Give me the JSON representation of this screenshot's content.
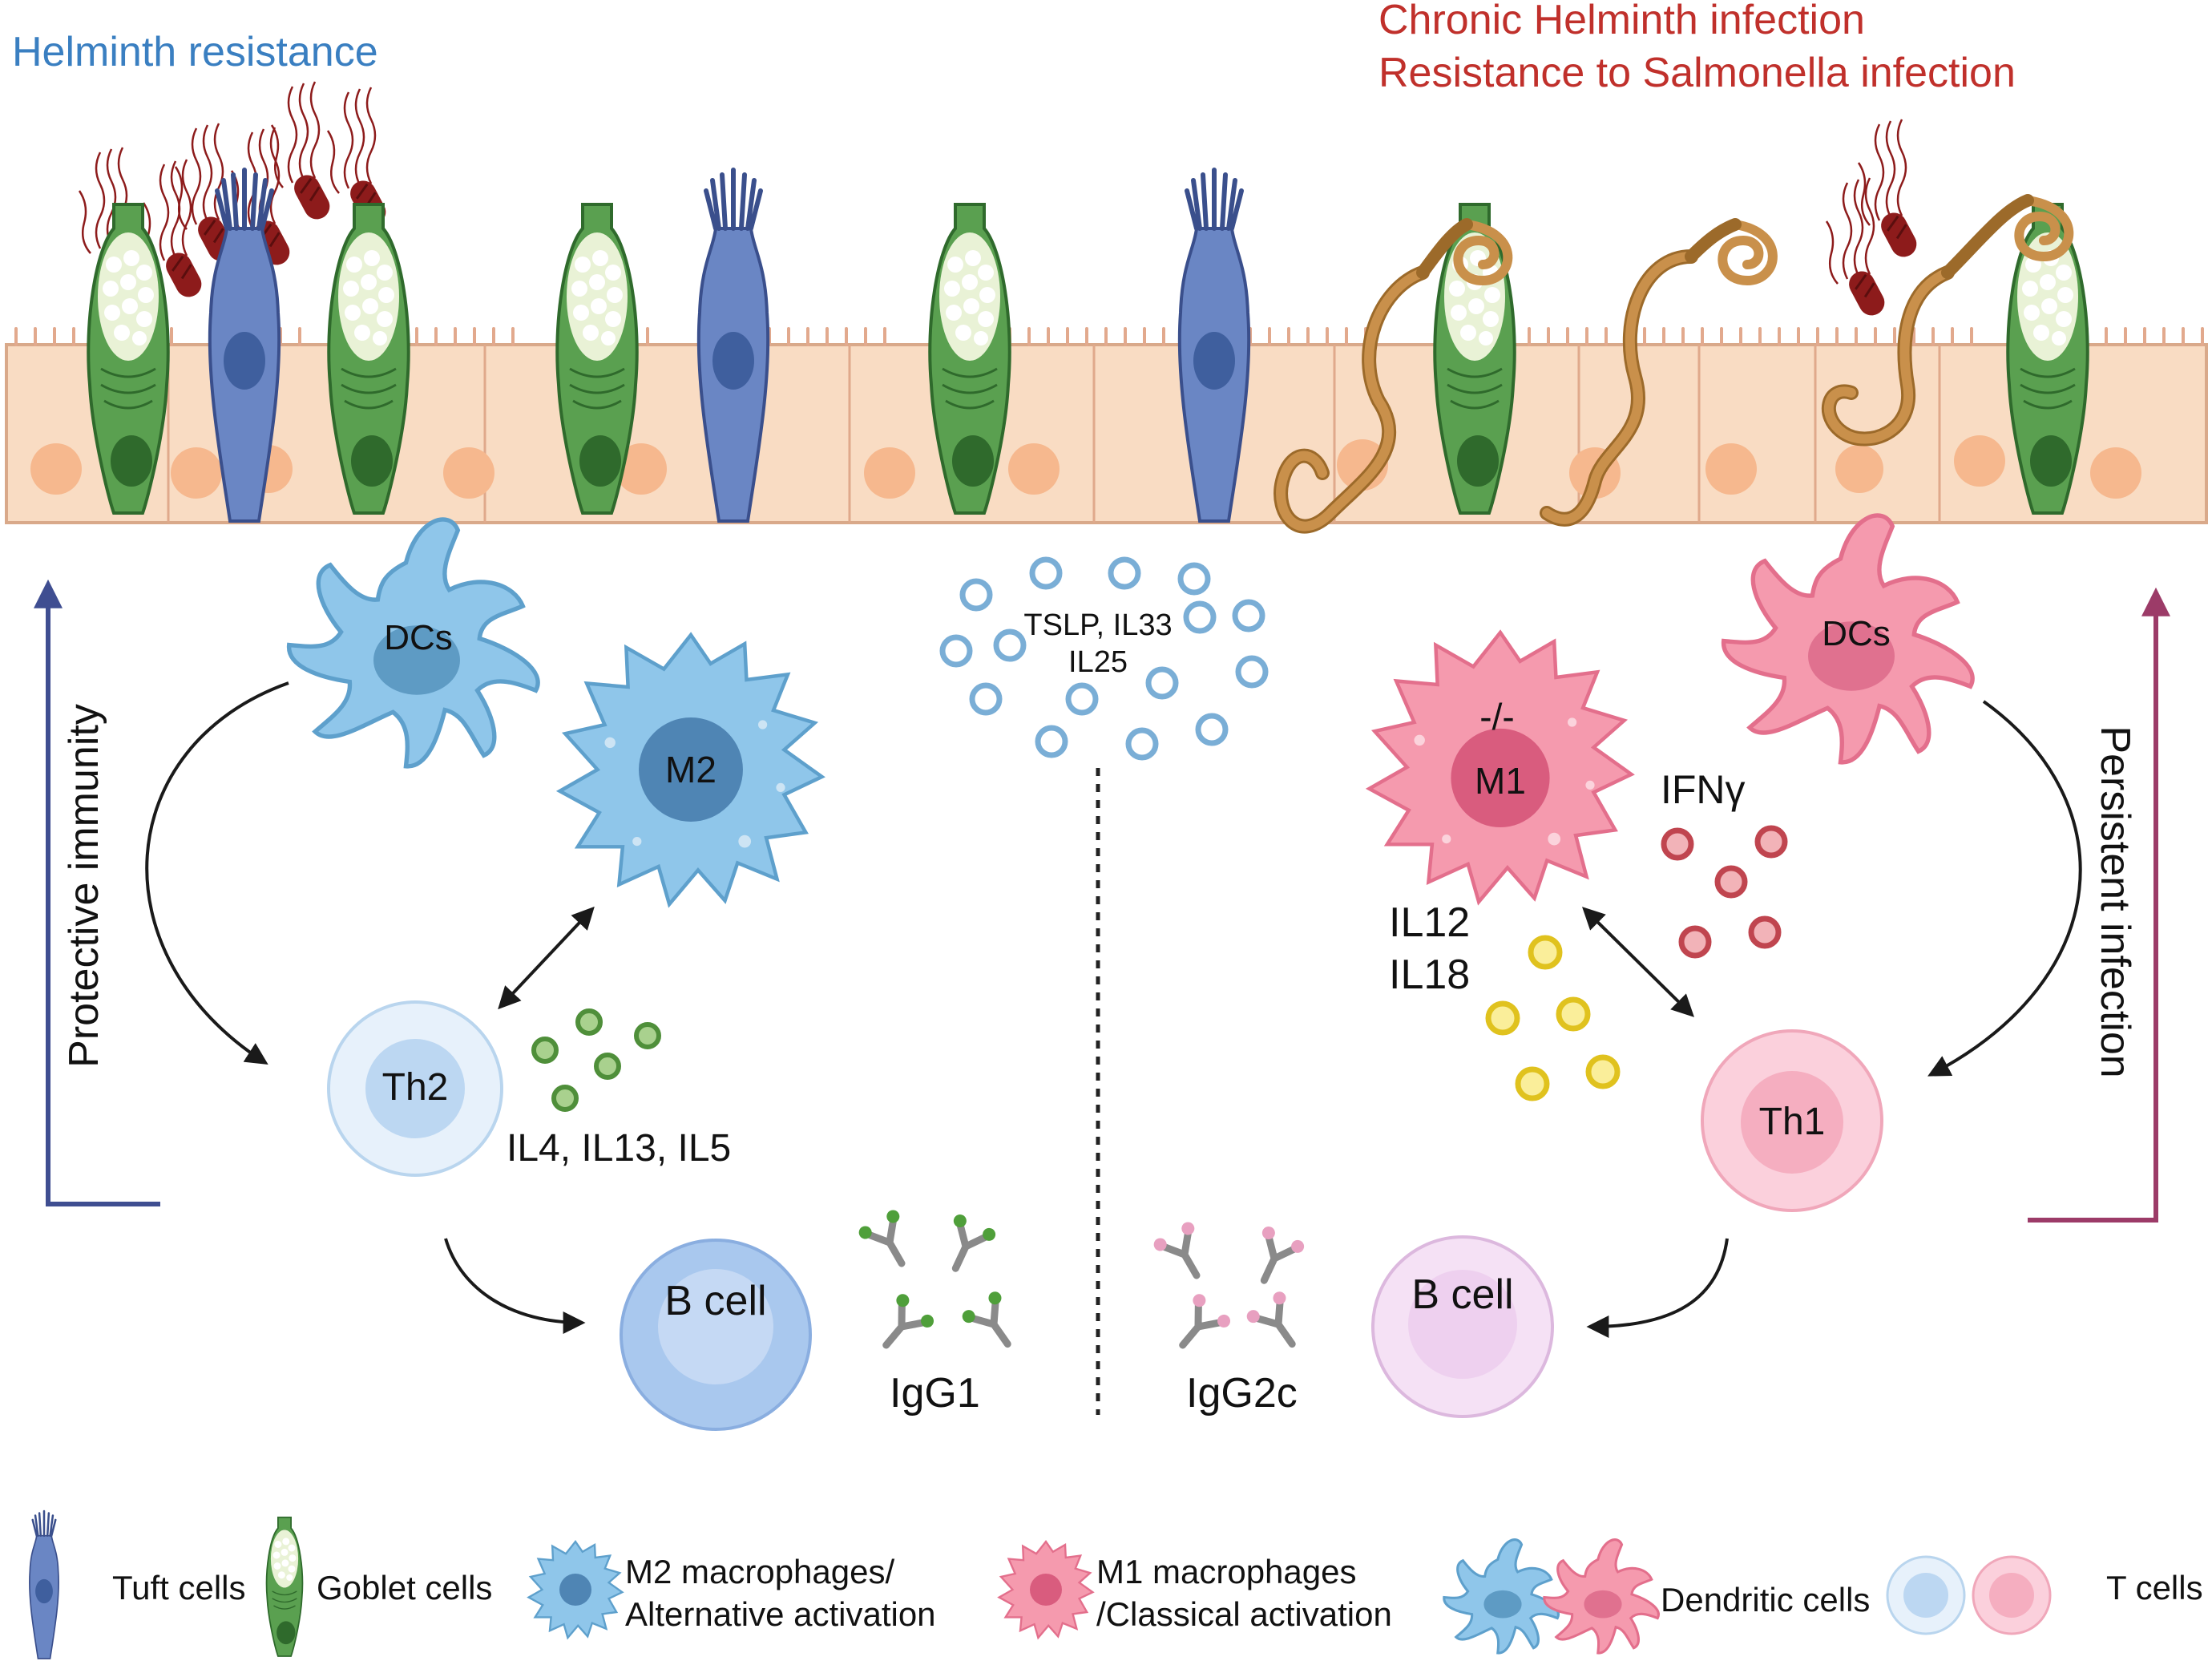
{
  "titles": {
    "left": "Helminth resistance",
    "right_line1": "Chronic Helminth infection",
    "right_line2": "Resistance to Salmonella infection"
  },
  "labels": {
    "dcs_left": "DCs",
    "dcs_right": "DCs",
    "m2": "M2",
    "m1": "M1",
    "knockout": "-/-",
    "th2": "Th2",
    "th1": "Th1",
    "bcell_left": "B cell",
    "bcell_right": "B cell",
    "alarmins_line1": "TSLP, IL33",
    "alarmins_line2": "IL25",
    "th2_cytokines": "IL4, IL13, IL5",
    "ifng": "IFNγ",
    "il12": "IL12",
    "il18": "IL18",
    "igg1": "IgG1",
    "igg2c": "IgG2c",
    "protective": "Protective immunity",
    "persistent": "Persistent infection"
  },
  "legend": {
    "tuft": "Tuft cells",
    "goblet": "Goblet cells",
    "m2_line1": "M2 macrophages/",
    "m2_line2": "Alternative activation",
    "m1_line1": "M1 macrophages",
    "m1_line2": "/Classical activation",
    "dc": "Dendritic cells",
    "tcell": "T cells"
  },
  "colors": {
    "blue_title": "#3a7fc1",
    "red_title": "#c0302b",
    "cyto_blue": "#7aaed6",
    "cyto_green": "#4f8f3a",
    "cyto_red": "#c0454f",
    "cyto_yellow": "#e0c21e",
    "epithelium": "#f9dcc3",
    "goblet": "#4e9a4a",
    "tuft": "#4f6fb0",
    "helminth": "#b7813d",
    "bacteria": "#8d1b1b",
    "axis_left": "#3f4e91",
    "axis_right": "#9c3b68"
  }
}
